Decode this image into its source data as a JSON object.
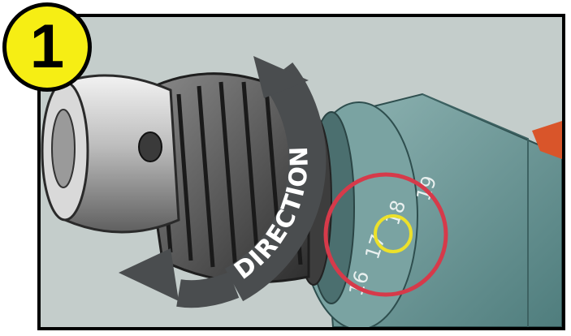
{
  "step": {
    "number": "1"
  },
  "direction_label": "DIRECTION",
  "torque_scale": {
    "labels": [
      "16",
      "17",
      "18",
      "19"
    ],
    "selected": "18"
  },
  "colors": {
    "badge_fill": "#f6ee14",
    "red_ring": "#d63a4a",
    "yellow_ring": "#ece12a",
    "arrow": "#4a4d4f",
    "housing": "#6f9a9a",
    "accent": "#d9552a"
  }
}
